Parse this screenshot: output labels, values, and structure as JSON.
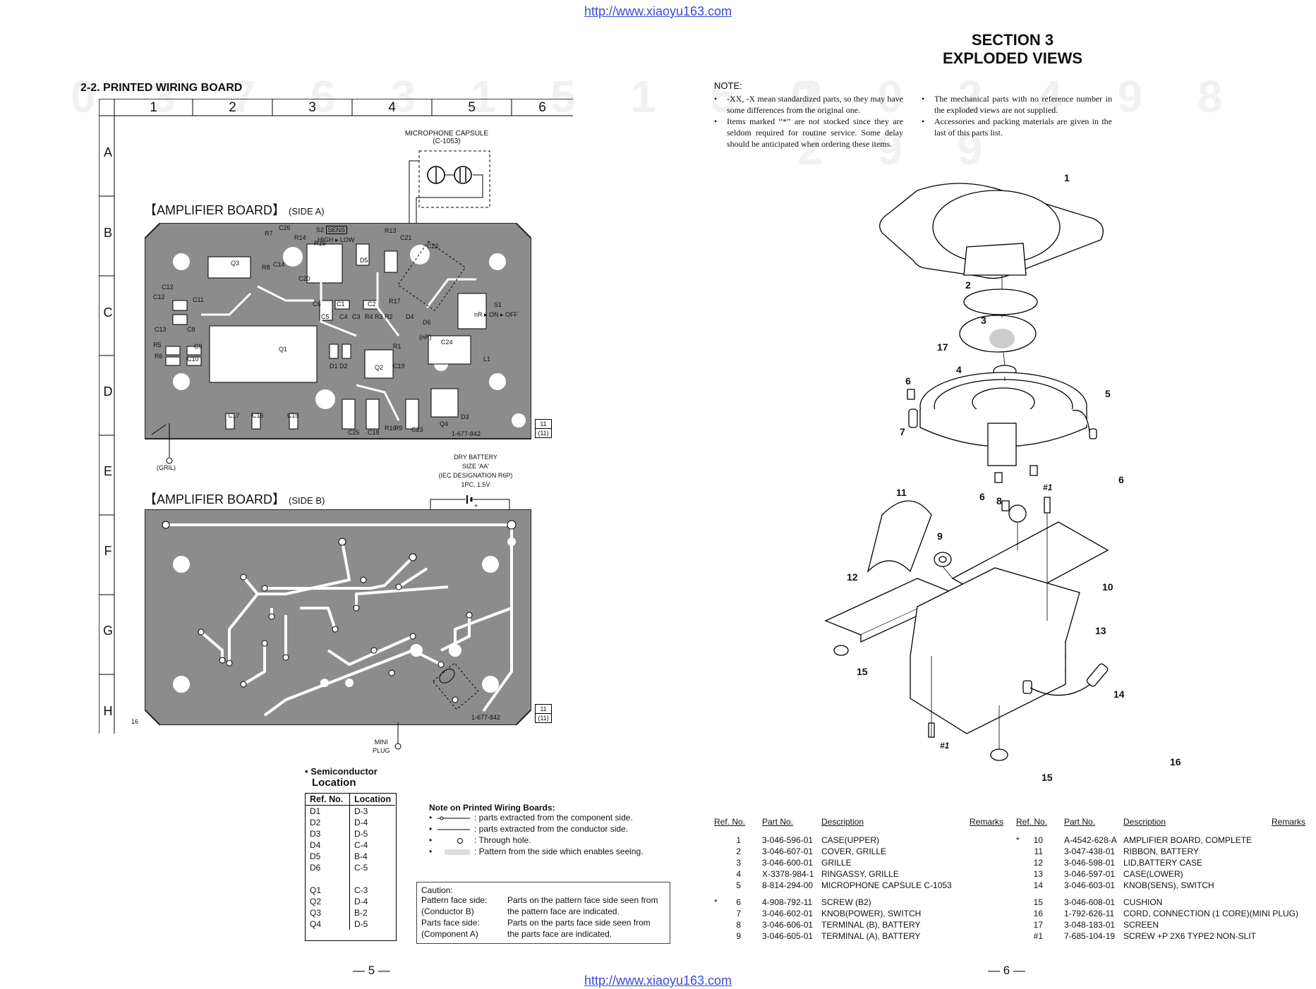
{
  "header_url": "http://www.xiaoyu163.com",
  "footer_url": "http://www.xiaoyu163.com",
  "section": {
    "line1": "SECTION 3",
    "line2": "EXPLODED VIEWS"
  },
  "pwb": {
    "title": "2-2. PRINTED WIRING BOARD",
    "columns": [
      "1",
      "2",
      "3",
      "4",
      "5",
      "6"
    ],
    "rows": [
      "A",
      "B",
      "C",
      "D",
      "E",
      "F",
      "G",
      "H"
    ],
    "side_a_label": "AMPLIFIER BOARD",
    "side_a_side": "(SIDE A)",
    "side_b_label": "AMPLIFIER BOARD",
    "side_b_side": "(SIDE B)",
    "mic_capsule": "MICROPHONE CAPSULE",
    "mic_code": "(C-1053)",
    "gril": "(GRIL)",
    "battery": [
      "DRY BATTERY",
      "SIZE 'AA'",
      "(IEC DESIGNATION R6P)",
      "1PC, 1.5V"
    ],
    "mini_plug": [
      "MINI",
      "PLUG"
    ],
    "board_code_a": "1-677-842",
    "board_code_b": "1-677-842",
    "sheet_a": [
      "11",
      "(11)"
    ],
    "sheet_b": [
      "11",
      "(11)"
    ],
    "s2": "S2",
    "sens": "SENS",
    "high_low": "HIGH ▸ LOW",
    "s1": "S1",
    "s1_text": "nR ▸ ON ▸ OFF",
    "nr": "(nR)",
    "h_sixteen": "16",
    "components": [
      "R7",
      "C26",
      "R14",
      "R15",
      "R13",
      "C21",
      "C22",
      "Q3",
      "R8",
      "C14",
      "C12",
      "C20",
      "D5",
      "C11",
      "C6",
      "C1",
      "C2",
      "R17",
      "D4",
      "D6",
      "C12",
      "C13",
      "C8",
      "C9",
      "R5",
      "R6",
      "C10",
      "Q1",
      "C5",
      "C4",
      "C3",
      "R4",
      "R3",
      "R2",
      "C24",
      "L1",
      "R1",
      "D1",
      "D2",
      "Q2",
      "C19",
      "C17",
      "C16",
      "C15",
      "C25",
      "C18",
      "R10",
      "R9",
      "C23",
      "Q4",
      "D3"
    ]
  },
  "semiconductor": {
    "bullet": "•",
    "title1": "Semiconductor",
    "title2": "Location",
    "headers": [
      "Ref. No.",
      "Location"
    ],
    "rows": [
      [
        "D1",
        "D-3"
      ],
      [
        "D2",
        "D-4"
      ],
      [
        "D3",
        "D-5"
      ],
      [
        "D4",
        "C-4"
      ],
      [
        "D5",
        "B-4"
      ],
      [
        "D6",
        "C-5"
      ],
      [
        "",
        ""
      ],
      [
        "Q1",
        "C-3"
      ],
      [
        "Q2",
        "D-4"
      ],
      [
        "Q3",
        "B-2"
      ],
      [
        "Q4",
        "D-5"
      ]
    ]
  },
  "pwb_note": {
    "title": "Note on Printed Wiring Boards:",
    "items": [
      ": parts extracted from the component side.",
      ": parts extracted from the conductor side.",
      ": Through hole.",
      ": Pattern from the side which enables seeing."
    ]
  },
  "caution": {
    "title": "Caution:",
    "rows": [
      [
        "Pattern face side:",
        "Parts on the pattern face side seen from"
      ],
      [
        "(Conductor B)",
        "the pattern face are indicated."
      ],
      [
        "Parts face side:",
        "Parts on the parts face side seen from"
      ],
      [
        "(Component A)",
        "the parts face are indicated."
      ]
    ]
  },
  "note": {
    "title": "NOTE:",
    "left": [
      "-XX, -X mean standardized parts, so they may have some differences from the original one.",
      "Items marked “*” are not stocked since they are seldom required for routine service. Some delay should be anticipated when ordering these items."
    ],
    "right": [
      "The mechanical parts with no reference number in the exploded views are not supplied.",
      "Accessories and packing materials are given in the last of this parts list."
    ]
  },
  "callouts": [
    "1",
    "2",
    "3",
    "17",
    "4",
    "6",
    "5",
    "7",
    "6",
    "6",
    "#1",
    "11",
    "8",
    "9",
    "10",
    "12",
    "13",
    "15",
    "14",
    "16",
    "15",
    "#1"
  ],
  "parts_headers": [
    "Ref. No.",
    "Part No.",
    "Description",
    "Remarks"
  ],
  "parts_left": [
    {
      "mark": "",
      "ref": "1",
      "part": "3-046-596-01",
      "desc": "CASE(UPPER)"
    },
    {
      "mark": "",
      "ref": "2",
      "part": "3-046-607-01",
      "desc": "COVER, GRILLE"
    },
    {
      "mark": "",
      "ref": "3",
      "part": "3-046-600-01",
      "desc": "GRILLE"
    },
    {
      "mark": "",
      "ref": "4",
      "part": "X-3378-984-1",
      "desc": "RINGASSY, GRILLE"
    },
    {
      "mark": "",
      "ref": "5",
      "part": "8-814-294-00",
      "desc": "MICROPHONE CAPSULE C-1053"
    },
    {
      "mark": "*",
      "ref": "6",
      "part": "4-908-792-11",
      "desc": "SCREW (B2)"
    },
    {
      "mark": "",
      "ref": "7",
      "part": "3-046-602-01",
      "desc": "KNOB(POWER), SWITCH"
    },
    {
      "mark": "",
      "ref": "8",
      "part": "3-046-606-01",
      "desc": "TERMINAL (B), BATTERY"
    },
    {
      "mark": "",
      "ref": "9",
      "part": "3-046-605-01",
      "desc": "TERMINAL (A), BATTERY"
    }
  ],
  "parts_right": [
    {
      "mark": "*",
      "ref": "10",
      "part": "A-4542-628-A",
      "desc": "AMPLIFIER BOARD, COMPLETE"
    },
    {
      "mark": "",
      "ref": "11",
      "part": "3-047-438-01",
      "desc": "RIBBON, BATTERY"
    },
    {
      "mark": "",
      "ref": "12",
      "part": "3-046-598-01",
      "desc": "LID,BATTERY CASE"
    },
    {
      "mark": "",
      "ref": "13",
      "part": "3-046-597-01",
      "desc": "CASE(LOWER)"
    },
    {
      "mark": "",
      "ref": "14",
      "part": "3-046-603-01",
      "desc": "KNOB(SENS), SWITCH"
    },
    {
      "mark": "",
      "ref": "15",
      "part": "3-046-608-01",
      "desc": "CUSHION"
    },
    {
      "mark": "",
      "ref": "16",
      "part": "1-792-626-11",
      "desc": "CORD, CONNECTION (1 CORE)(MINI PLUG)"
    },
    {
      "mark": "",
      "ref": "17",
      "part": "3-048-183-01",
      "desc": "SCREEN"
    },
    {
      "mark": "",
      "ref": "#1",
      "part": "7-685-104-19",
      "desc": "SCREW +P 2X6 TYPE2 NON-SLIT"
    }
  ],
  "page_left": "— 5 —",
  "page_right": "— 6 —",
  "colors": {
    "board": "#8a8a8a",
    "board_edge": "#222222",
    "link": "#3a4bd8"
  }
}
